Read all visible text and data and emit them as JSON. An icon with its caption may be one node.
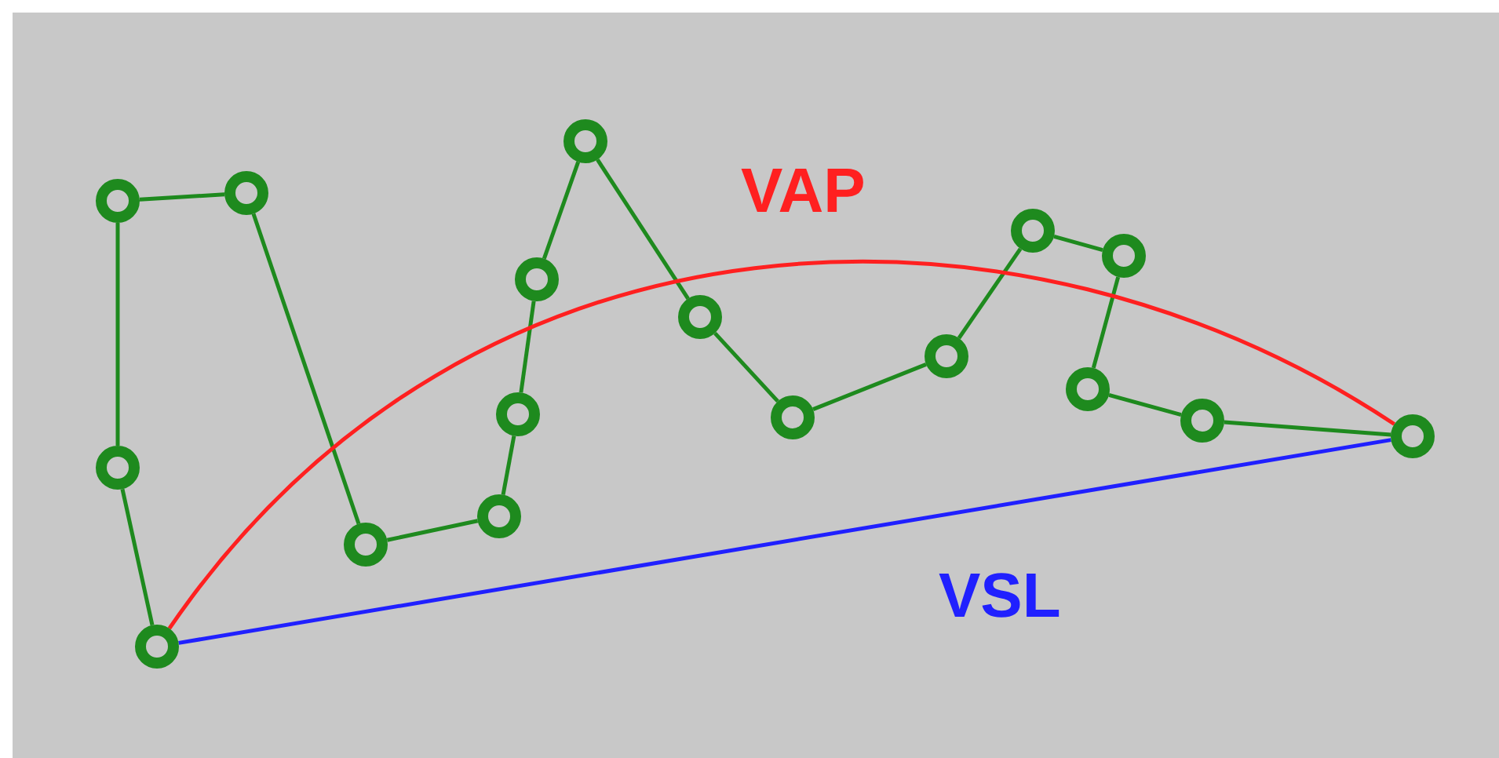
{
  "diagram": {
    "nodes": [
      {
        "text": [],
        "shape": "circle"
      },
      {
        "text": [],
        "shape": "circle"
      },
      {
        "text": [],
        "shape": "circle"
      },
      {
        "text": [],
        "shape": "circle"
      },
      {
        "text": [],
        "shape": "circle"
      },
      {
        "text": [],
        "shape": "circle"
      },
      {
        "text": [],
        "shape": "circle"
      },
      {
        "text": [],
        "shape": "circle"
      },
      {
        "text": [],
        "shape": "circle"
      },
      {
        "text": [],
        "shape": "circle"
      },
      {
        "text": [],
        "shape": "circle"
      },
      {
        "text": [],
        "shape": "circle"
      },
      {
        "text": [],
        "shape": "circle"
      },
      {
        "text": [],
        "shape": "circle"
      },
      {
        "text": [],
        "shape": "circle"
      },
      {
        "text": [],
        "shape": "circle"
      },
      {
        "text": [],
        "shape": "circle"
      }
    ],
    "edges": [
      {
        "from": 2,
        "to": 1,
        "arrow": "none"
      },
      {
        "from": 1,
        "to": 0,
        "arrow": "none"
      },
      {
        "from": 0,
        "to": 3,
        "arrow": "none"
      },
      {
        "from": 3,
        "to": 4,
        "arrow": "none"
      },
      {
        "from": 4,
        "to": 5,
        "arrow": "none"
      },
      {
        "from": 5,
        "to": 6,
        "arrow": "none"
      },
      {
        "from": 6,
        "to": 7,
        "arrow": "none"
      },
      {
        "from": 7,
        "to": 8,
        "arrow": "none"
      },
      {
        "from": 8,
        "to": 9,
        "arrow": "none"
      },
      {
        "from": 9,
        "to": 10,
        "arrow": "none"
      },
      {
        "from": 10,
        "to": 11,
        "arrow": "none"
      },
      {
        "from": 11,
        "to": 12,
        "arrow": "none"
      },
      {
        "from": 12,
        "to": 14,
        "arrow": "none"
      },
      {
        "from": 14,
        "to": 13,
        "arrow": "none"
      },
      {
        "from": 13,
        "to": 15,
        "arrow": "none"
      },
      {
        "from": 15,
        "to": 16,
        "arrow": "none"
      },
      {
        "from": 2,
        "to": 16,
        "arrow": "none",
        "label": "VAP",
        "color": "#ff2020"
      },
      {
        "from": 2,
        "to": 16,
        "arrow": "none",
        "label": "VSL",
        "color": "#2020ff"
      }
    ]
  }
}
